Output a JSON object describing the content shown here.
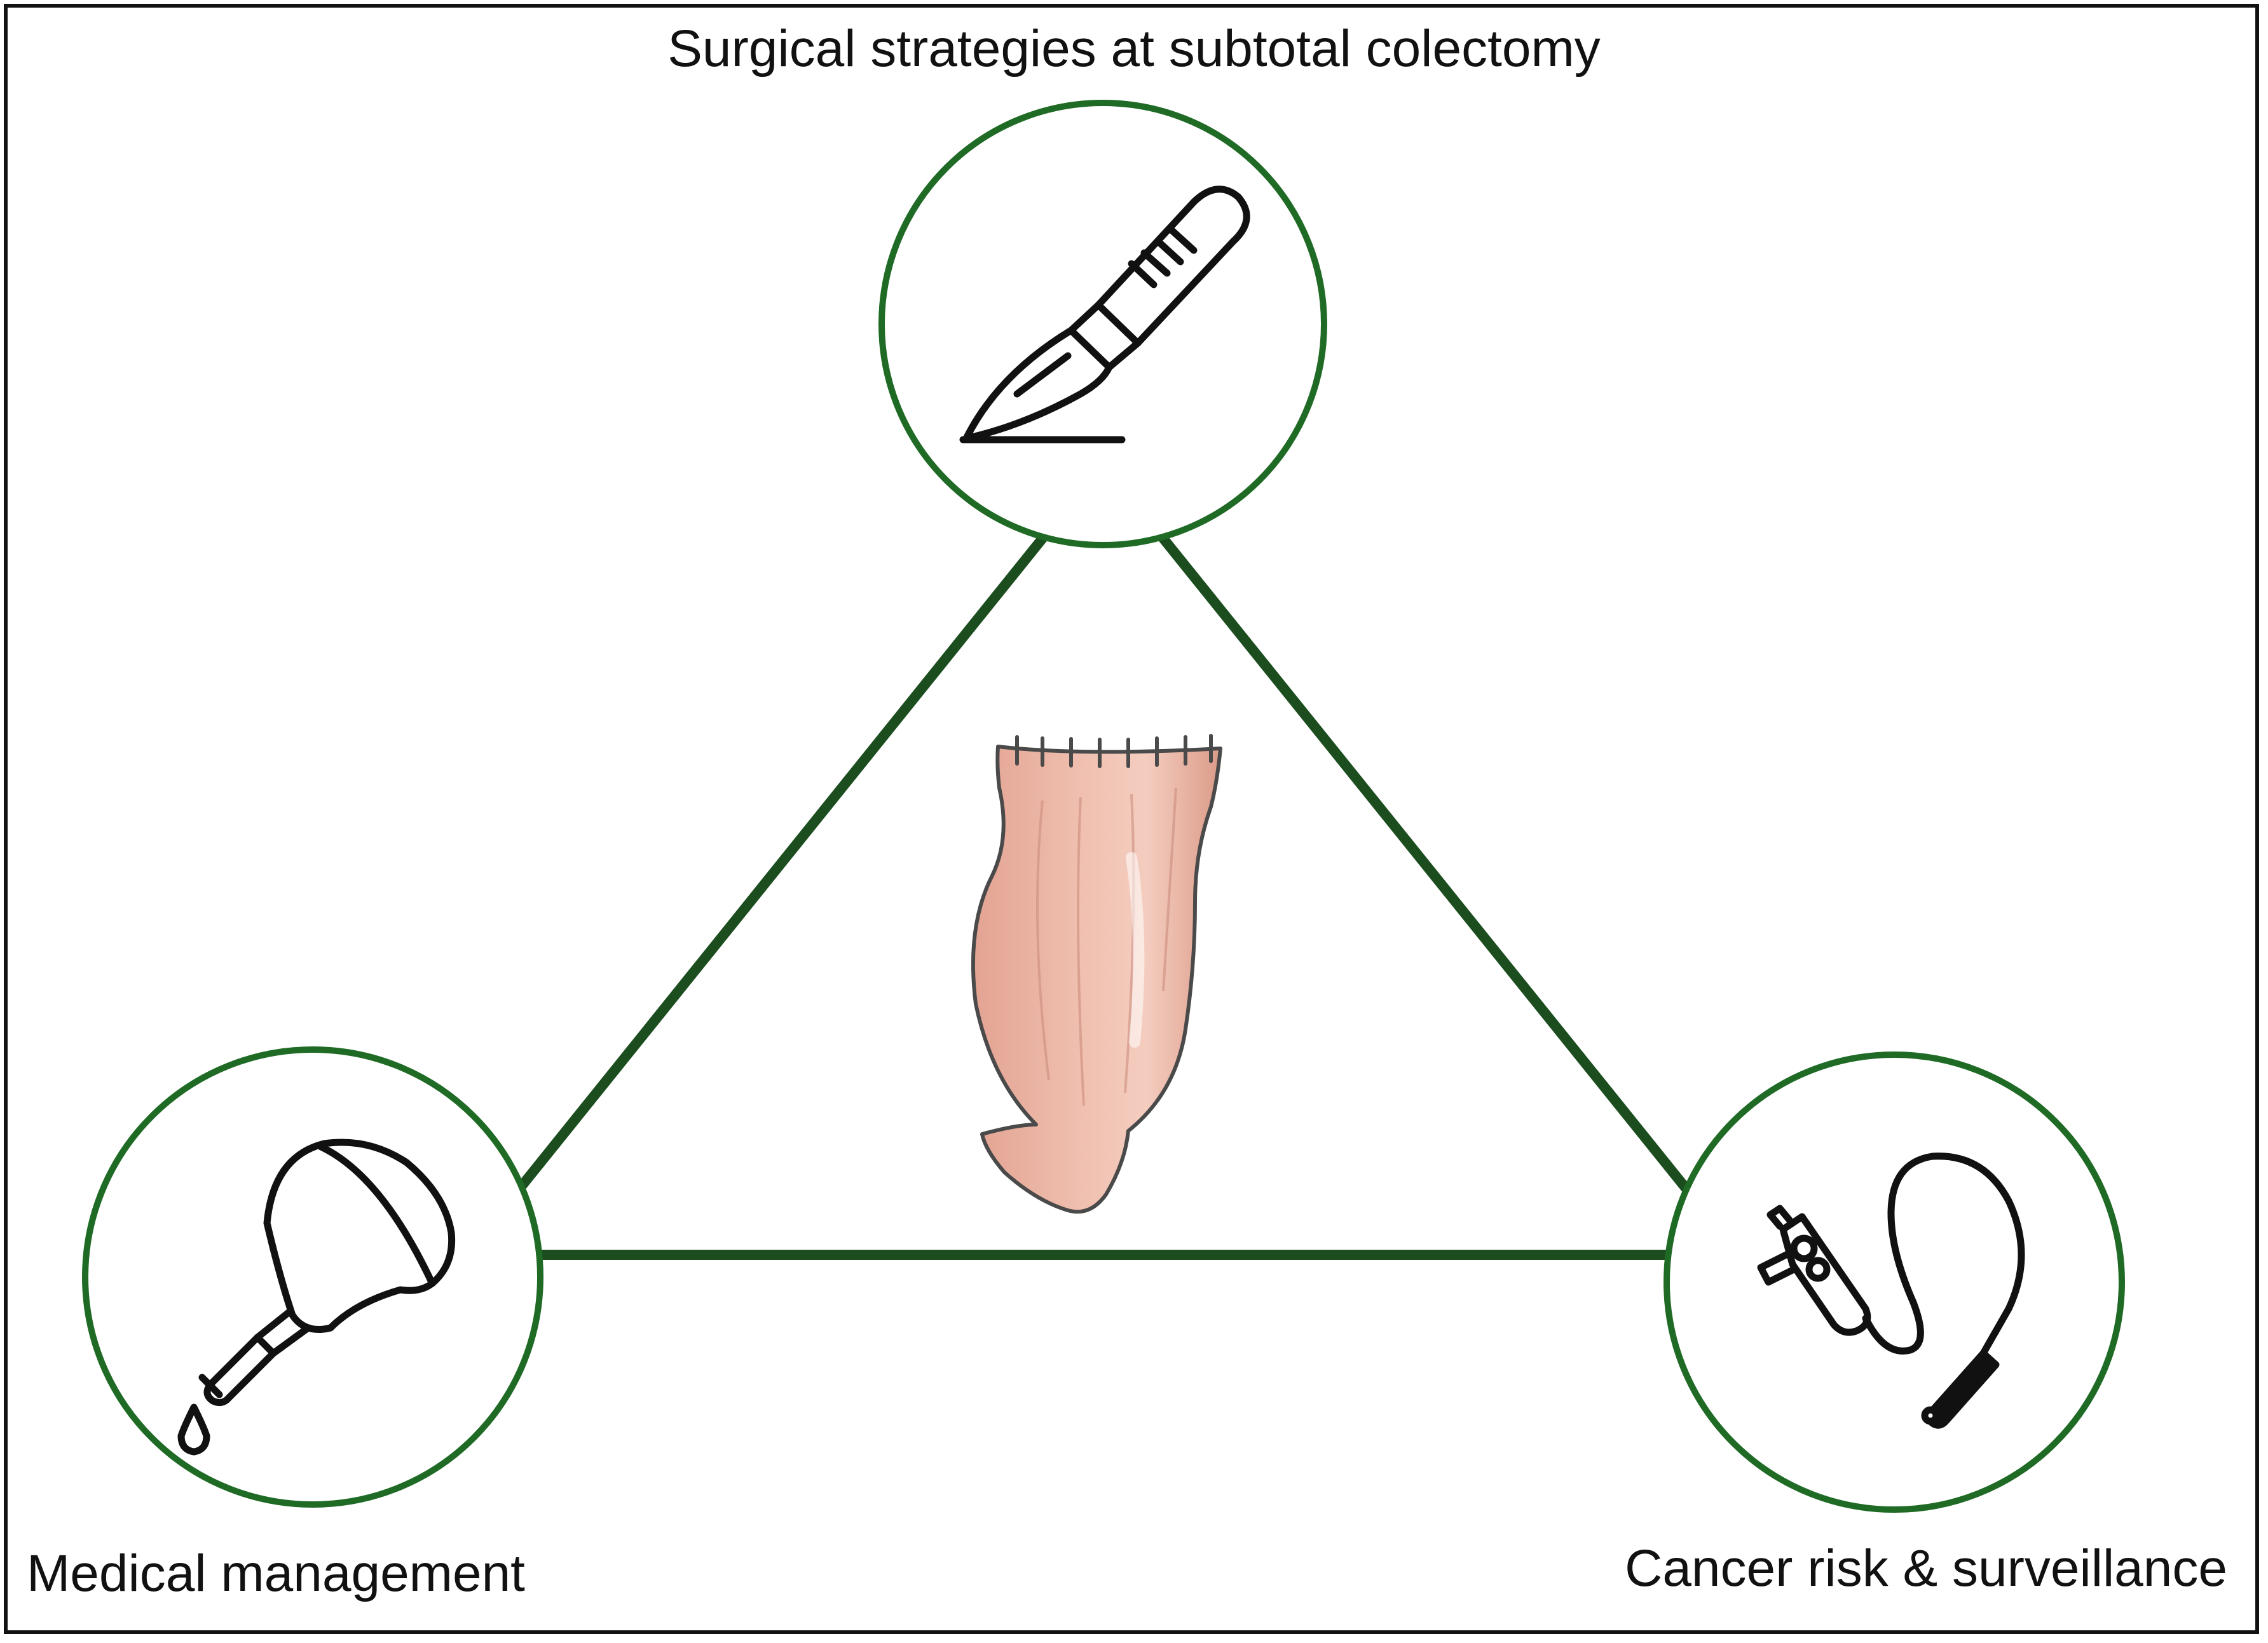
{
  "labels": {
    "top": "Surgical strategies at subtotal colectomy",
    "left": "Medical management",
    "right": "Cancer risk & surveillance"
  },
  "nodes": [
    {
      "id": "top",
      "icon": "scalpel-icon"
    },
    {
      "id": "left",
      "icon": "enema-bulb-icon"
    },
    {
      "id": "right",
      "icon": "endoscope-icon"
    }
  ],
  "center_icon": "rectal-stump-icon",
  "colors": {
    "accent": "#1f6b25",
    "edge": "#1b4d1f",
    "stump_fill": "#ecb5a4",
    "stump_stroke": "#4a4a4a",
    "text": "#111111"
  }
}
